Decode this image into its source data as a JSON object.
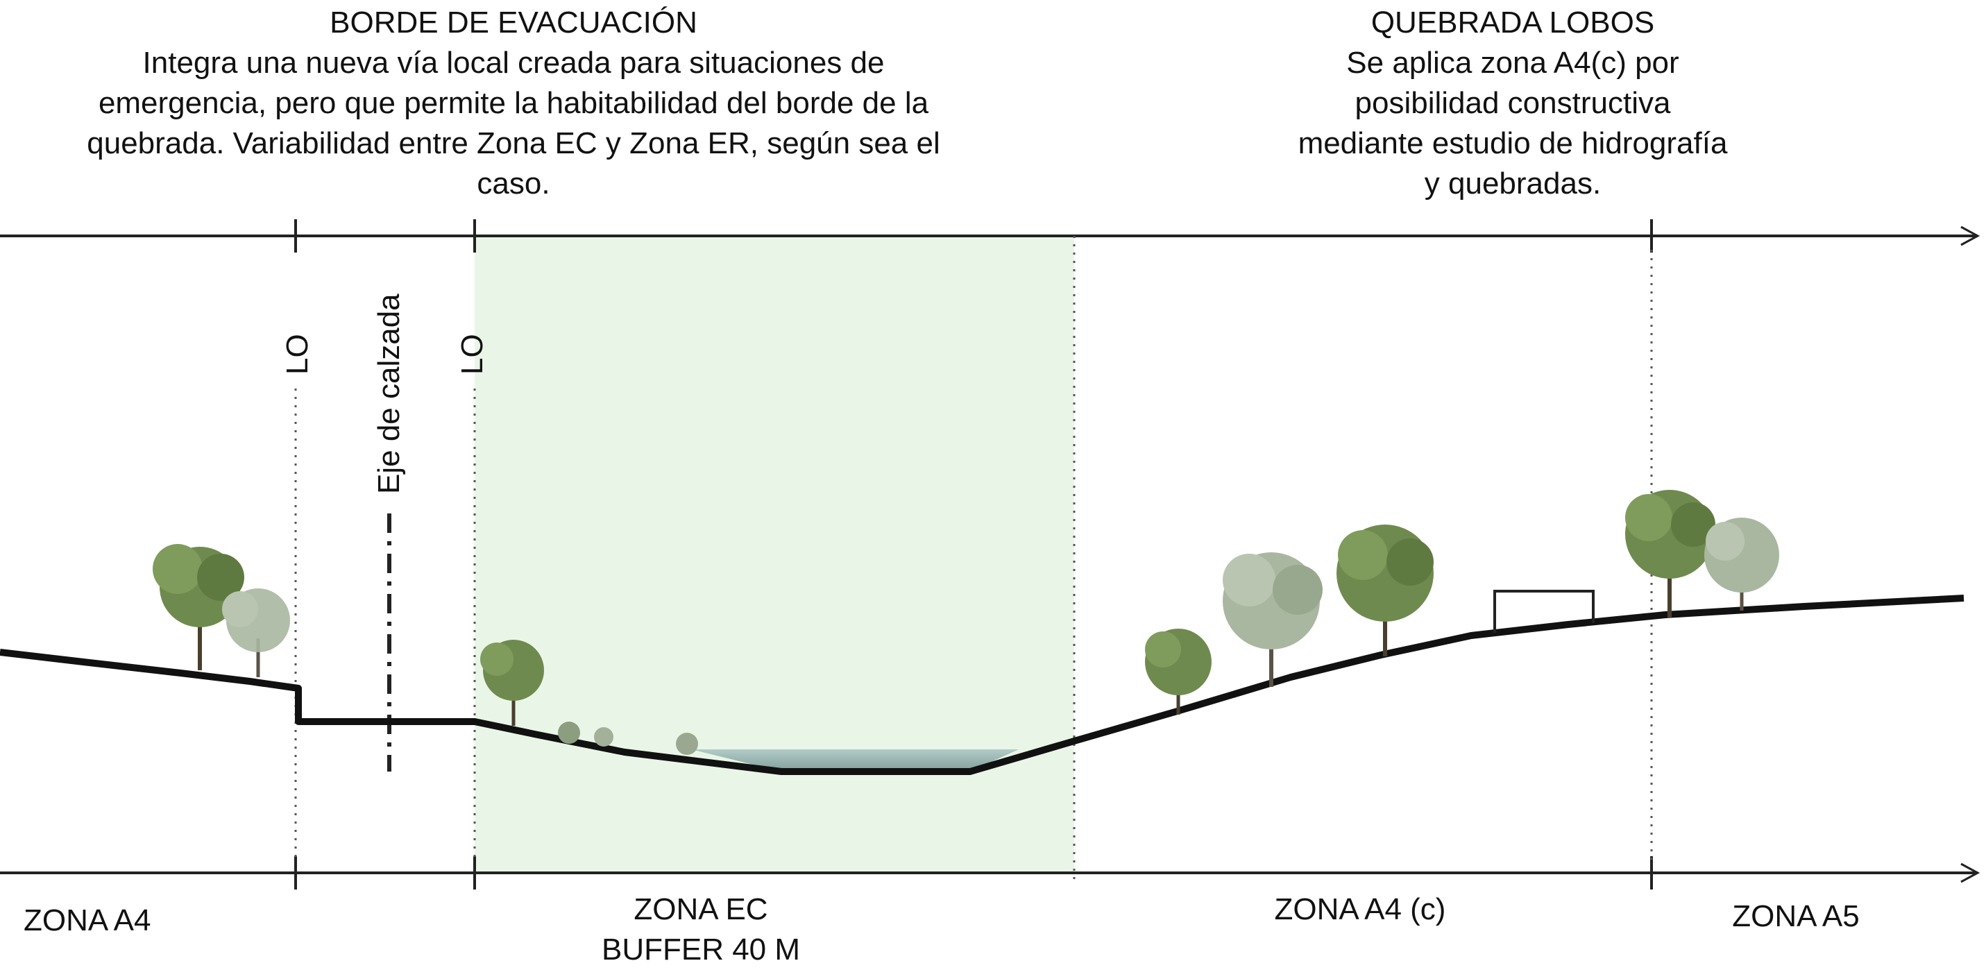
{
  "headers": {
    "left": {
      "title": "BORDE DE EVACUACIÓN",
      "lines": [
        "Integra una nueva vía local creada para situaciones de",
        "emergencia, pero que permite la habitabilidad del borde de la",
        "quebrada. Variabilidad entre Zona EC y Zona ER, según sea el",
        "caso."
      ]
    },
    "right": {
      "title": "QUEBRADA LOBOS",
      "lines": [
        "Se aplica zona A4(c) por",
        "posibilidad constructiva",
        "mediante estudio de hidrografía",
        "y quebradas."
      ]
    }
  },
  "vertical_labels": {
    "lo_1": "LO",
    "lo_2": "LO",
    "eje": "Eje de calzada"
  },
  "zones": {
    "a4": "ZONA A4",
    "ec": [
      "ZONA EC",
      "BUFFER 40 M"
    ],
    "a4c": "ZONA A4 (c)",
    "a5": "ZONA A5"
  },
  "colors": {
    "buffer_fill": "#e9f6e7",
    "water": "#8fb1ae",
    "terrain": "#111111",
    "axis": "#222222",
    "tree_dark": "#6f8a4e",
    "tree_light": "#a9b7a0"
  }
}
